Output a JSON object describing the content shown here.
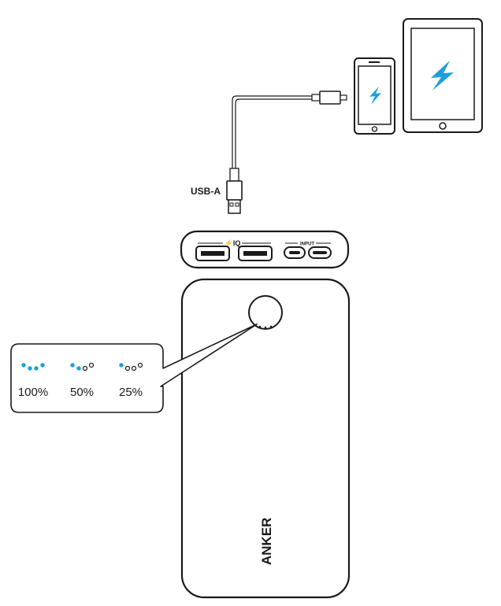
{
  "labels": {
    "cable_connector": "USB-A",
    "port_group_left": "⚡IQ",
    "port_group_right": "INPUT",
    "brand": "ANKER"
  },
  "battery_legend": [
    {
      "label": "100%",
      "level": 1.0,
      "dots": [
        "filled",
        "filled",
        "filled",
        "filled"
      ]
    },
    {
      "label": "50%",
      "level": 0.5,
      "dots": [
        "filled",
        "filled",
        "empty",
        "empty"
      ]
    },
    {
      "label": "25%",
      "level": 0.25,
      "dots": [
        "filled",
        "empty",
        "empty",
        "empty"
      ]
    }
  ],
  "colors": {
    "accent": "#1a9fd9",
    "line": "#1a1a1a",
    "background": "#ffffff"
  },
  "icons": {
    "phone_screen": "lightning-bolt-icon",
    "tablet_screen": "lightning-bolt-icon"
  }
}
